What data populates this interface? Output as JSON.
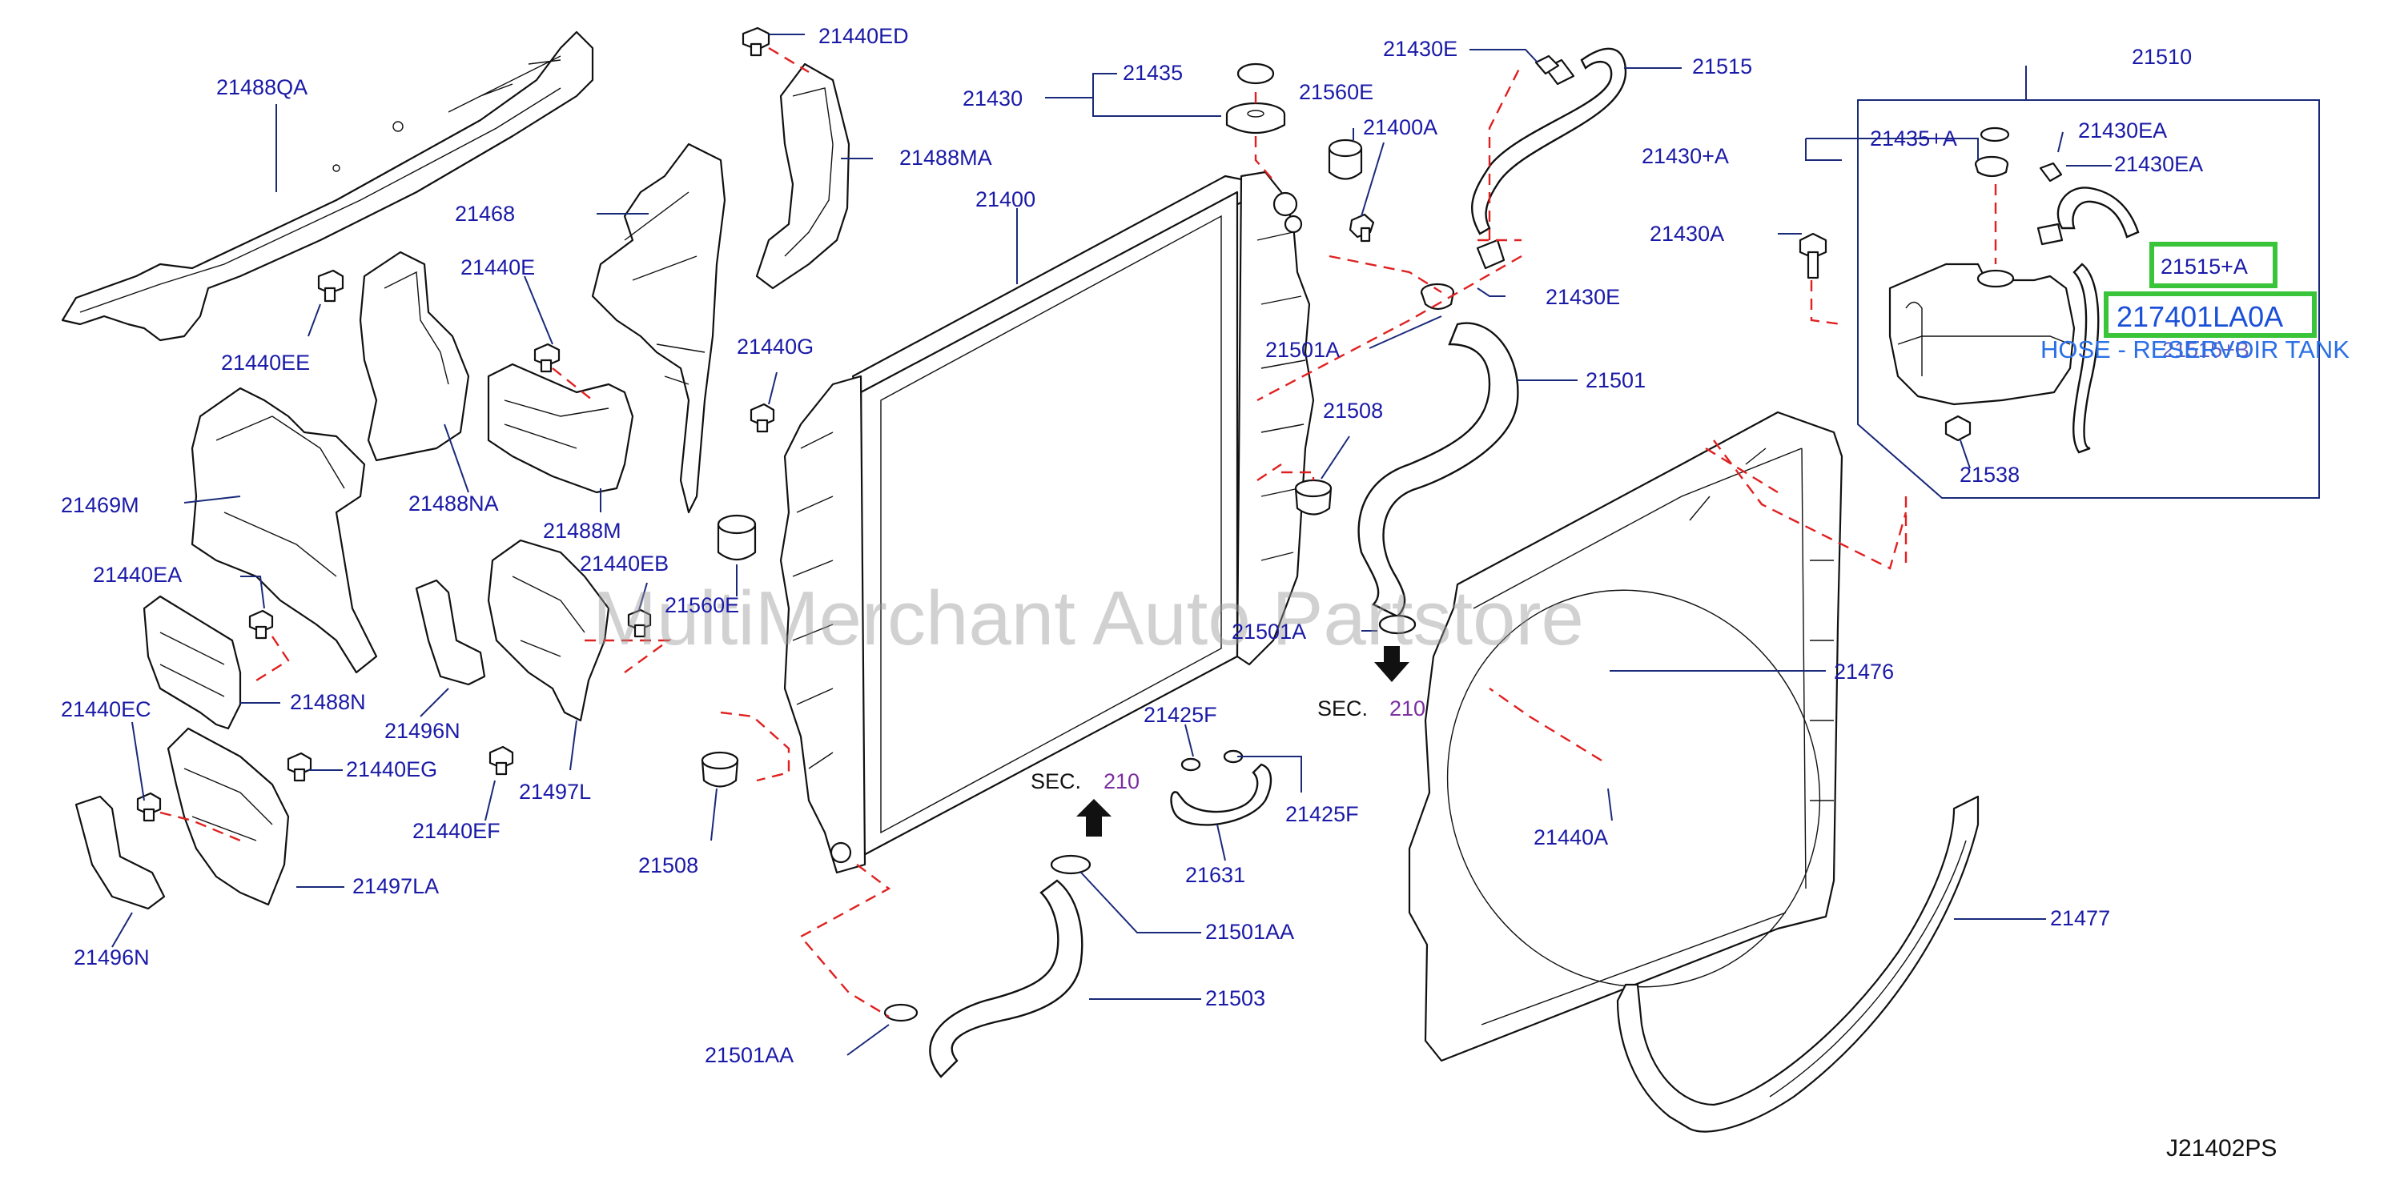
{
  "diagram": {
    "watermark": "MultiMerchant Auto Partstore",
    "drawing_code": "J21402PS",
    "sec_prefix": "SEC.",
    "sec_number": "210",
    "highlight": {
      "part_number": "217401LA0A",
      "description": "HOSE - RESERVOIR TANK",
      "hose_label": "21515+A",
      "overlap_label": "21515+B"
    },
    "labels": {
      "l21488QA": "21488QA",
      "l21440ED": "21440ED",
      "l21488MA": "21488MA",
      "l21435": "21435",
      "l21430": "21430",
      "l21560E_top": "21560E",
      "l21400A": "21400A",
      "l21430E_top": "21430E",
      "l21515": "21515",
      "l21510": "21510",
      "l21435A": "21435+A",
      "l21430EA_1": "21430EA",
      "l21430A_plus": "21430+A",
      "l21430EA_2": "21430EA",
      "l21400": "21400",
      "l21468": "21468",
      "l21430A": "21430A",
      "l21440E": "21440E",
      "l21430E_bottom": "21430E",
      "l21440EE": "21440EE",
      "l21440G": "21440G",
      "l21501A_top": "21501A",
      "l21501": "21501",
      "l21538": "21538",
      "l21508_top": "21508",
      "l21469M": "21469M",
      "l21488NA": "21488NA",
      "l21488M": "21488M",
      "l21440EB": "21440EB",
      "l21440EA": "21440EA",
      "l21560E_mid": "21560E",
      "l21501A_mid": "21501A",
      "l21476": "21476",
      "l21488N": "21488N",
      "l21440EC": "21440EC",
      "l21496N_mid": "21496N",
      "l21425F_top": "21425F",
      "l21440EG": "21440EG",
      "l21497L": "21497L",
      "l21425F_right": "21425F",
      "l21440EF": "21440EF",
      "l21440A": "21440A",
      "l21508_bottom": "21508",
      "l21631": "21631",
      "l21497LA": "21497LA",
      "l21477": "21477",
      "l21496N_bottom": "21496N",
      "l21501AA_right": "21501AA",
      "l21503": "21503",
      "l21501AA_bottom": "21501AA"
    }
  }
}
